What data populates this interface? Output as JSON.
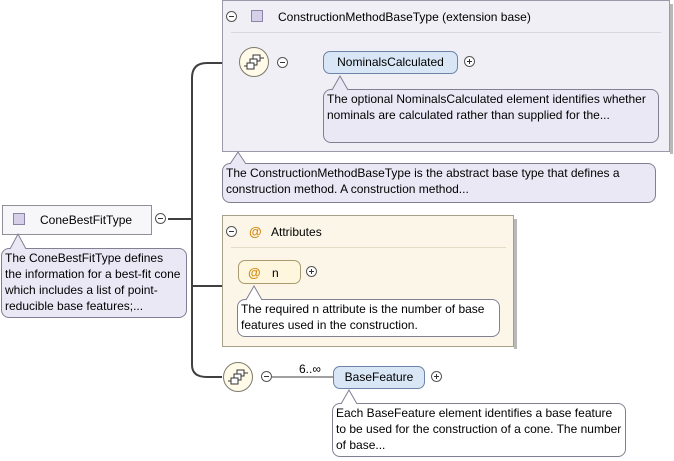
{
  "root": {
    "name": "ConeBestFitType",
    "doc": "The ConeBestFitType defines the information for a best-fit cone which includes a list of point-reducible base features;..."
  },
  "extension": {
    "title": "ConstructionMethodBaseType (extension base)",
    "doc": "The ConstructionMethodBaseType is the abstract base type that defines a construction method. A construction method...",
    "element": {
      "name": "NominalsCalculated",
      "doc": "The optional NominalsCalculated element identifies whether nominals are calculated rather than supplied for the..."
    }
  },
  "attributes": {
    "title": "Attributes",
    "symbol": "@",
    "attribute": {
      "name": "n",
      "doc": "The required n attribute is the number of base features used in the construction."
    }
  },
  "base_feature": {
    "name": "BaseFeature",
    "cardinality": "6..∞",
    "doc": "Each BaseFeature element identifies a base feature to be used for the construction of a cone. The number of base..."
  },
  "colors": {
    "connector": "#404040",
    "extension_panel": "#f0eff5",
    "attributes_panel": "#fbf6e8",
    "element_fill": "#d8e6f6",
    "attribute_symbol": "#d08a10"
  }
}
